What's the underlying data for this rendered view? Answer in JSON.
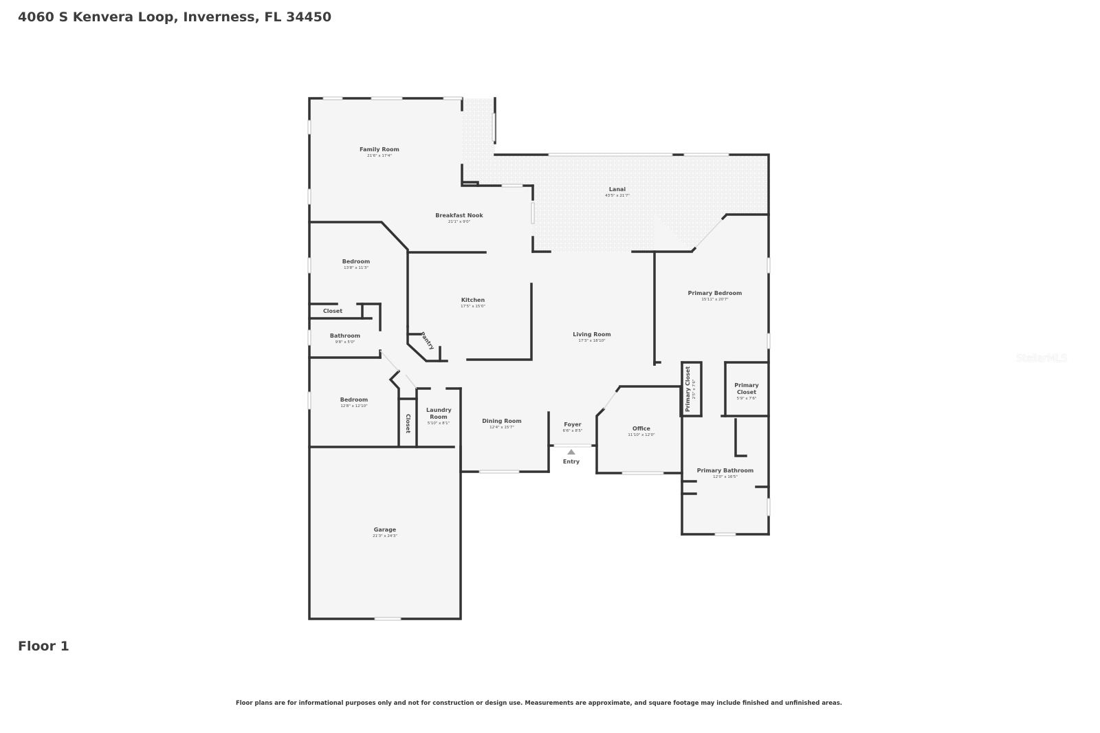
{
  "header": {
    "address": "4060 S Kenvera Loop, Inverness, FL 34450"
  },
  "floor": {
    "label": "Floor 1"
  },
  "footer": {
    "disclaimer": "Floor plans are for informational purposes only and not for construction or design use. Measurements are approximate, and square footage may include finished and unfinished areas."
  },
  "watermark": {
    "text": "StellarMLS"
  },
  "colors": {
    "wall": "#333333",
    "floor": "#f5f5f5",
    "window": "#d0d0d0",
    "lanai_pattern": "#e4e4e4",
    "background": "#ffffff"
  },
  "rooms": {
    "family_room": {
      "name": "Family Room",
      "dims": "21'6\" x 17'4\""
    },
    "lanai": {
      "name": "Lanai",
      "dims": "43'5\" x 21'7\""
    },
    "breakfast_nook": {
      "name": "Breakfast Nook",
      "dims": "21'1\" x 9'0\""
    },
    "bedroom_1": {
      "name": "Bedroom",
      "dims": "13'8\" x 11'3\""
    },
    "kitchen": {
      "name": "Kitchen",
      "dims": "17'5\" x 15'0\""
    },
    "closet_1": {
      "name": "Closet"
    },
    "bathroom": {
      "name": "Bathroom",
      "dims": "9'8\" x 5'0\""
    },
    "pantry": {
      "name": "Pantry"
    },
    "living_room": {
      "name": "Living Room",
      "dims": "17'3\" x 18'10\""
    },
    "primary_bedroom": {
      "name": "Primary Bedroom",
      "dims": "15'11\" x 20'7\""
    },
    "primary_closet_small": {
      "name": "Primary Closet",
      "dims": "2'5\" x 7'6\""
    },
    "primary_closet": {
      "name": "Primary Closet",
      "dims": "5'9\" x 7'6\""
    },
    "bedroom_2": {
      "name": "Bedroom",
      "dims": "12'8\" x 12'10\""
    },
    "closet_2": {
      "name": "Closet"
    },
    "laundry_room": {
      "name": "Laundry Room",
      "dims": "5'10\" x 8'1\""
    },
    "dining_room": {
      "name": "Dining Room",
      "dims": "12'4\" x 15'7\""
    },
    "foyer": {
      "name": "Foyer",
      "dims": "6'6\" x 8'5\""
    },
    "entry": {
      "name": "Entry"
    },
    "office": {
      "name": "Office",
      "dims": "11'10\" x 12'0\""
    },
    "primary_bathroom": {
      "name": "Primary Bathroom",
      "dims": "12'0\" x 16'5\""
    },
    "garage": {
      "name": "Garage",
      "dims": "21'3\" x 24'3\""
    }
  }
}
